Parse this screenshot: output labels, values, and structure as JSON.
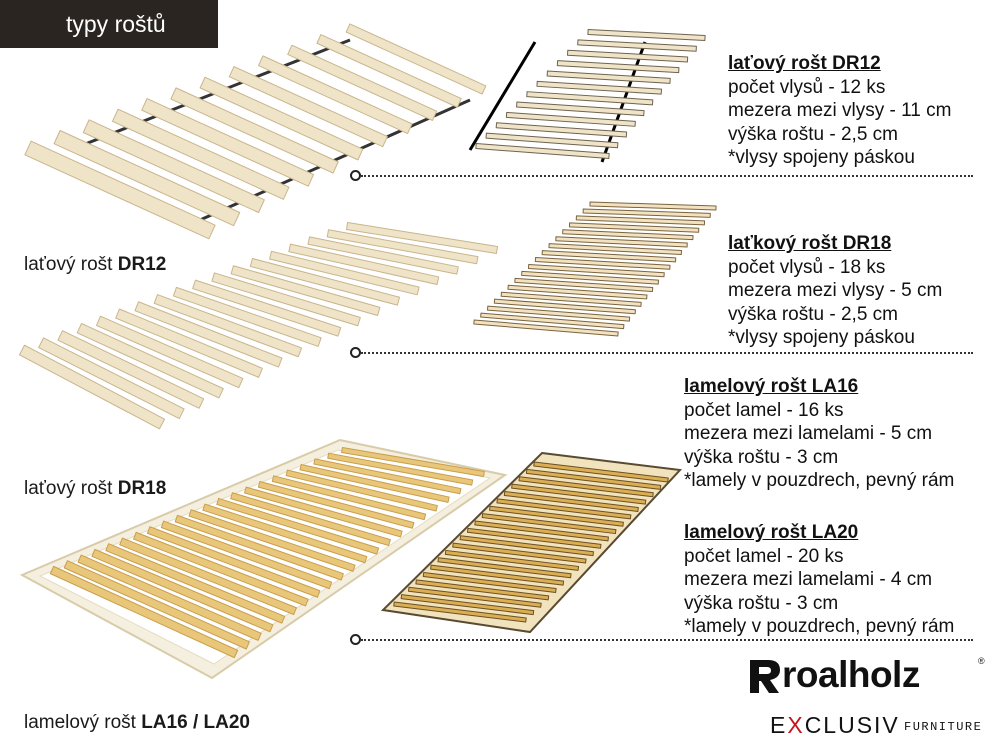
{
  "header": {
    "title": "typy roštů"
  },
  "captions": [
    {
      "prefix": "laťový rošt ",
      "bold": "DR12"
    },
    {
      "prefix": "laťový rošt ",
      "bold": "DR18"
    },
    {
      "prefix": "lamelový rošt ",
      "bold": "LA16 / LA20"
    }
  ],
  "specs": [
    {
      "title": "laťový rošt DR12",
      "lines": [
        "počet vlysů - 12 ks",
        "mezera mezi vlysy - 11 cm",
        "výška roštu - 2,5 cm",
        "*vlysy spojeny páskou"
      ]
    },
    {
      "title": "laťkový rošt DR18",
      "lines": [
        "počet vlysů - 18 ks",
        "mezera mezi vlysy - 5 cm",
        "výška roštu - 2,5 cm",
        "*vlysy spojeny páskou"
      ]
    },
    {
      "title": "lamelový rošt LA16",
      "lines": [
        "počet lamel - 16 ks",
        "mezera mezi lamelami - 5 cm",
        "výška roštu - 3 cm",
        "*lamely v pouzdrech, pevný rám"
      ]
    },
    {
      "title": "lamelový rošt LA20",
      "lines": [
        "počet lamel - 20 ks",
        "mezera mezi lamelami - 4 cm",
        "výška roštu - 3 cm",
        "*lamely v pouzdrech, pevný rám"
      ]
    }
  ],
  "logo": {
    "brand": "roalholz",
    "reg": "®",
    "line_pre": "E",
    "line_x": "X",
    "line_post": "CLUSIV",
    "line_suffix": "FURNITURE"
  },
  "colors": {
    "header_bg": "#2b2522",
    "wood_light": "#efe4c8",
    "wood_edge": "#c9b58c",
    "lamella": "#e9c77a",
    "accent_red": "#c4161c"
  }
}
